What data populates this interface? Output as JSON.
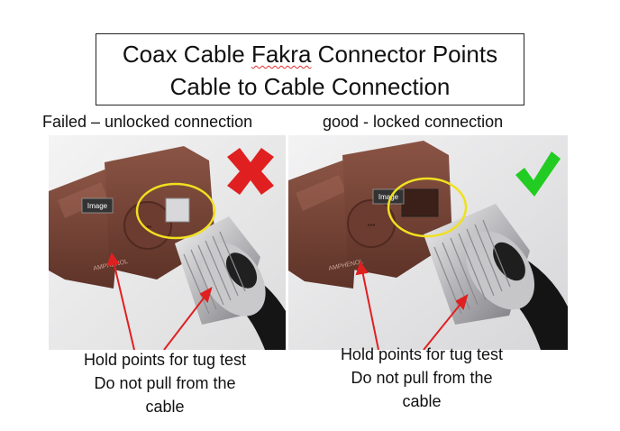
{
  "title": {
    "line1_pre": "Coax Cable ",
    "line1_fakra": "Fakra",
    "line1_post": " Connector Points",
    "line2": "Cable to Cable Connection"
  },
  "left": {
    "caption": "Failed – unlocked connection",
    "tag": "Image",
    "status_icon": "red-x-icon",
    "hold_lines": [
      "Hold points for tug test",
      "Do not pull from the",
      "cable"
    ]
  },
  "right": {
    "caption": "good - locked connection",
    "tag": "Image",
    "status_icon": "green-check-icon",
    "hold_lines": [
      "Hold points for tug test",
      "Do not pull from the",
      "cable"
    ]
  },
  "colors": {
    "connector_brown": "#7a4636",
    "marker_red": "#e02020",
    "check_green": "#22cc22",
    "highlight_yellow": "#f0e020"
  }
}
